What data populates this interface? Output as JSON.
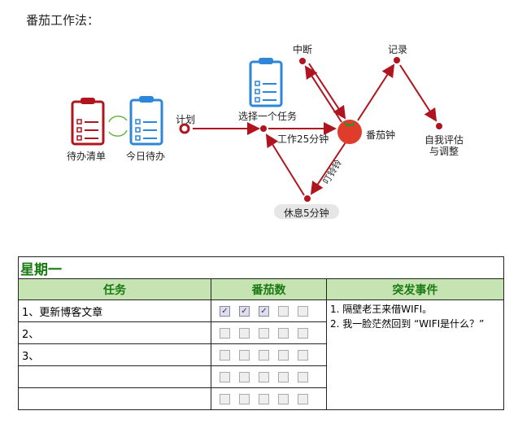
{
  "title": "番茄工作法：",
  "diagram": {
    "todo_list": "待办清单",
    "today_todo": "今日待办",
    "plan": "计划",
    "select_task": "选择一个任务",
    "work": "工作25分钟",
    "pomodoro": "番茄钟",
    "interrupt": "中断",
    "record": "记录",
    "self_eval_1": "自我评估",
    "self_eval_2": "与调整",
    "ring": "叮铃铃",
    "rest": "休息5分钟",
    "icon_todo_label": "待办清单",
    "icon_today_label": "今日待办",
    "colors": {
      "red": "#b0141e",
      "blue": "#2d86d8",
      "green": "#6db33f"
    }
  },
  "table": {
    "day": "星期一",
    "headers": [
      "任务",
      "番茄数",
      "突发事件"
    ],
    "rows": [
      {
        "task": "1、更新博客文章",
        "pomodoros": [
          true,
          true,
          true,
          false,
          false
        ]
      },
      {
        "task": "2、",
        "pomodoros": [
          false,
          false,
          false,
          false,
          false
        ]
      },
      {
        "task": "3、",
        "pomodoros": [
          false,
          false,
          false,
          false,
          false
        ]
      },
      {
        "task": "",
        "pomodoros": [
          false,
          false,
          false,
          false,
          false
        ]
      },
      {
        "task": "",
        "pomodoros": [
          false,
          false,
          false,
          false,
          false
        ]
      }
    ],
    "events": [
      "1. 隔壁老王来借WIFI。",
      "2. 我一脸茫然回到 “WIFI是什么？”"
    ]
  }
}
